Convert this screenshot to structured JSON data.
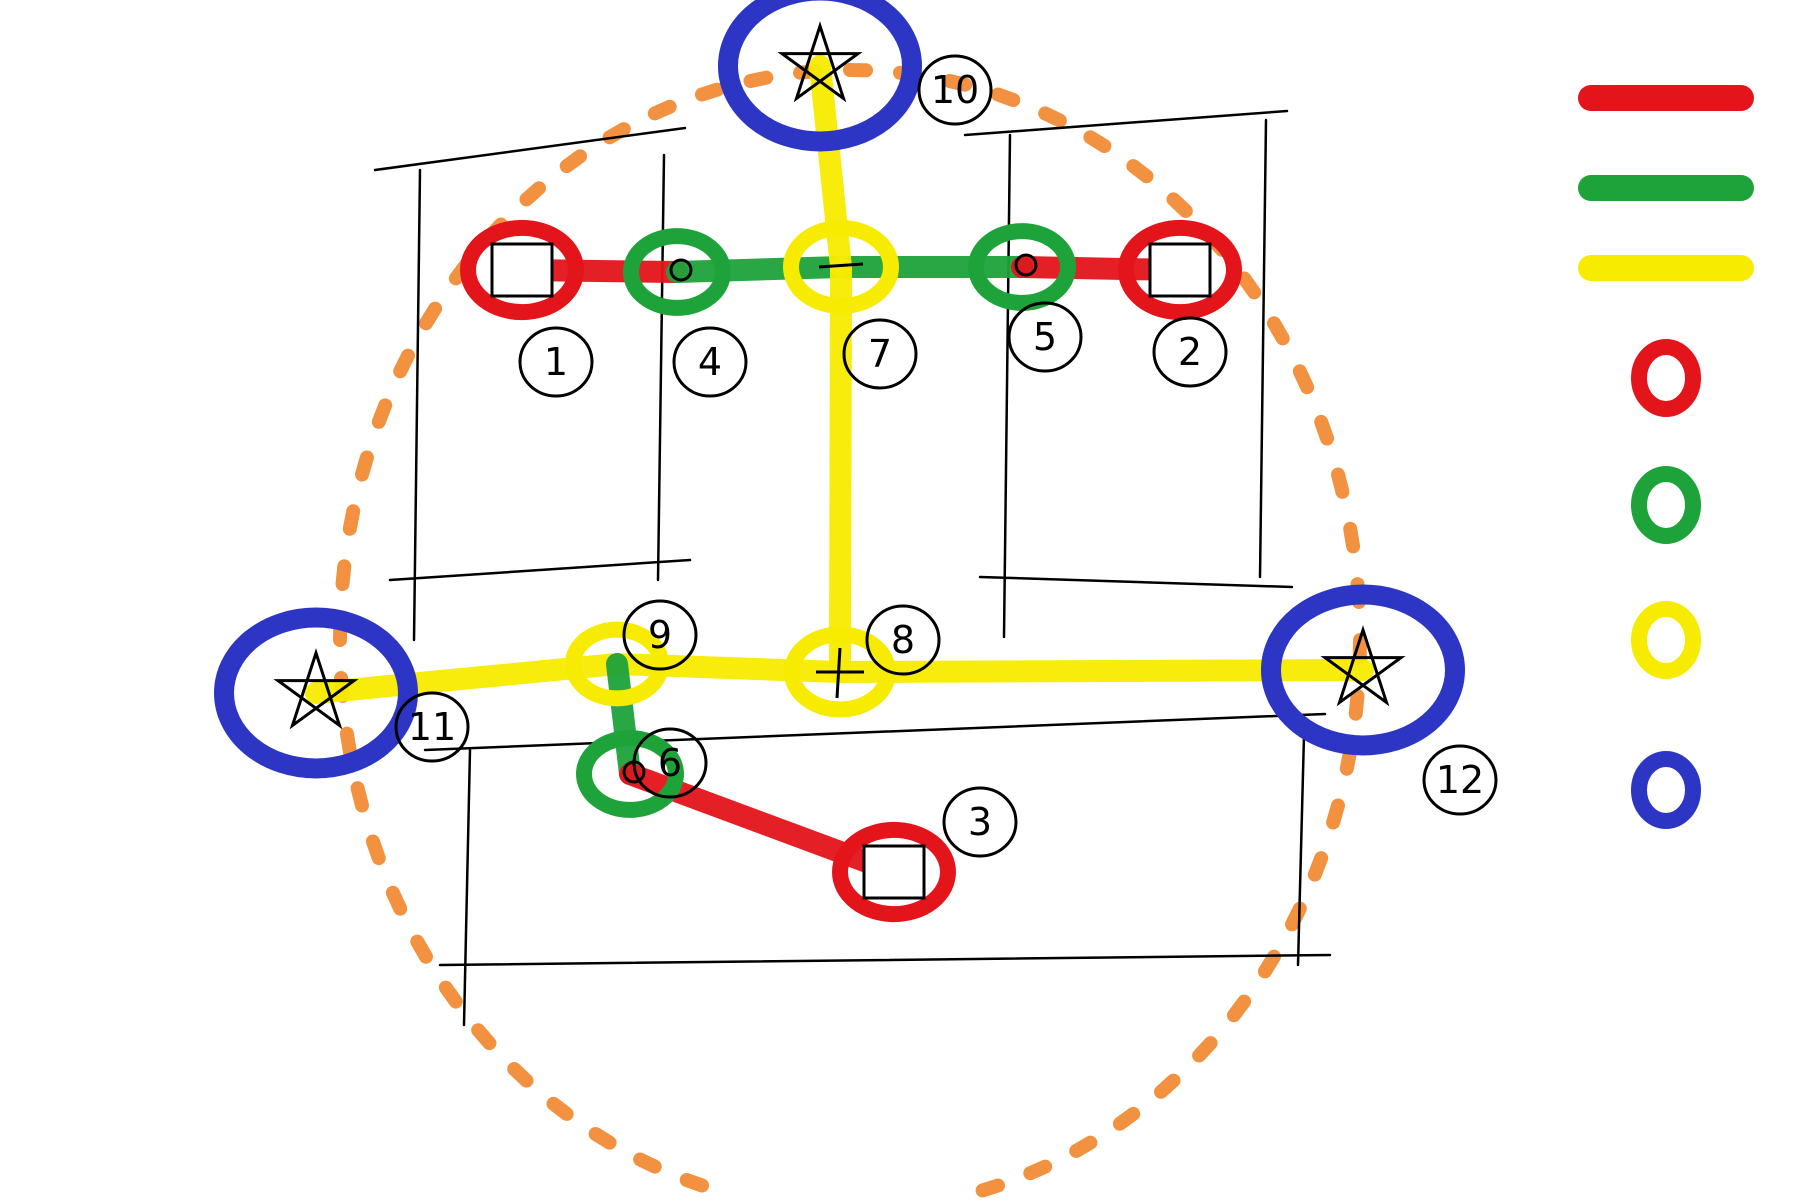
{
  "colors": {
    "red": "#e3151b",
    "green": "#1ea33a",
    "yellow": "#f7ec00",
    "blue": "#2d35c4",
    "orange": "#f08020",
    "ink": "#000000",
    "background": "#ffffff"
  },
  "zones": [
    {
      "id": "zone-top-left"
    },
    {
      "id": "zone-top-right"
    },
    {
      "id": "zone-bottom"
    }
  ],
  "nodes": [
    {
      "id": "1",
      "label": "1",
      "kind": "square",
      "color": "red"
    },
    {
      "id": "2",
      "label": "2",
      "kind": "square",
      "color": "red"
    },
    {
      "id": "3",
      "label": "3",
      "kind": "square",
      "color": "red"
    },
    {
      "id": "4",
      "label": "4",
      "kind": "dot",
      "color": "green"
    },
    {
      "id": "5",
      "label": "5",
      "kind": "dot",
      "color": "green"
    },
    {
      "id": "6",
      "label": "6",
      "kind": "dot",
      "color": "green"
    },
    {
      "id": "7",
      "label": "7",
      "kind": "dash",
      "color": "yellow"
    },
    {
      "id": "8",
      "label": "8",
      "kind": "plus",
      "color": "yellow"
    },
    {
      "id": "9",
      "label": "9",
      "kind": "blank",
      "color": "yellow"
    },
    {
      "id": "10",
      "label": "10",
      "kind": "star",
      "color": "blue"
    },
    {
      "id": "11",
      "label": "11",
      "kind": "star",
      "color": "blue"
    },
    {
      "id": "12",
      "label": "12",
      "kind": "star",
      "color": "blue"
    }
  ],
  "edges": [
    {
      "from": "1",
      "to": "4",
      "color": "red"
    },
    {
      "from": "4",
      "to": "7",
      "color": "green"
    },
    {
      "from": "7",
      "to": "5",
      "color": "green"
    },
    {
      "from": "5",
      "to": "2",
      "color": "red"
    },
    {
      "from": "10",
      "to": "7",
      "color": "yellow"
    },
    {
      "from": "7",
      "to": "8",
      "color": "yellow"
    },
    {
      "from": "11",
      "to": "9",
      "color": "yellow"
    },
    {
      "from": "9",
      "to": "8",
      "color": "yellow"
    },
    {
      "from": "8",
      "to": "12",
      "color": "yellow"
    },
    {
      "from": "9",
      "to": "6",
      "color": "green"
    },
    {
      "from": "6",
      "to": "3",
      "color": "red"
    }
  ],
  "legend": [
    {
      "kind": "line",
      "color": "red"
    },
    {
      "kind": "line",
      "color": "green"
    },
    {
      "kind": "line",
      "color": "yellow"
    },
    {
      "kind": "circle",
      "color": "red"
    },
    {
      "kind": "circle",
      "color": "green"
    },
    {
      "kind": "circle",
      "color": "yellow"
    },
    {
      "kind": "circle",
      "color": "blue"
    }
  ]
}
